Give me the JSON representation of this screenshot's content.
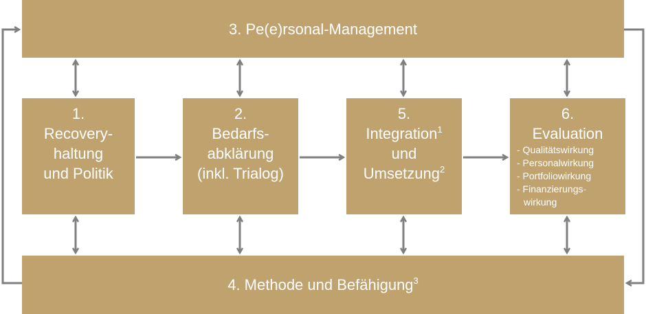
{
  "colors": {
    "box_fill": "#bfa26e",
    "text": "#ffffff",
    "arrow": "#7f7f7f",
    "background": "#ffffff"
  },
  "top_band": {
    "label": "3. Pe(e)rsonal-Management"
  },
  "bottom_band": {
    "label": "4. Methode und Befähigung",
    "footnote": "3"
  },
  "box1": {
    "number": "1.",
    "line1": "Recovery-",
    "line2": "haltung",
    "line3": "und Politik"
  },
  "box2": {
    "number": "2.",
    "line1": "Bedarfs-",
    "line2": "abklärung",
    "line3": "(inkl. Trialog)"
  },
  "box5": {
    "number": "5.",
    "line1": "Integration",
    "line1_footnote": "1",
    "line2": "und",
    "line3": "Umsetzung",
    "line3_footnote": "2"
  },
  "box6": {
    "number": "6.",
    "title": "Evaluation",
    "items": [
      "- Qualitätswirkung",
      "- Personalwirkung",
      "- Portfoliowirkung",
      "- Finanzierungs-"
    ],
    "item_continuation": "wirkung"
  }
}
